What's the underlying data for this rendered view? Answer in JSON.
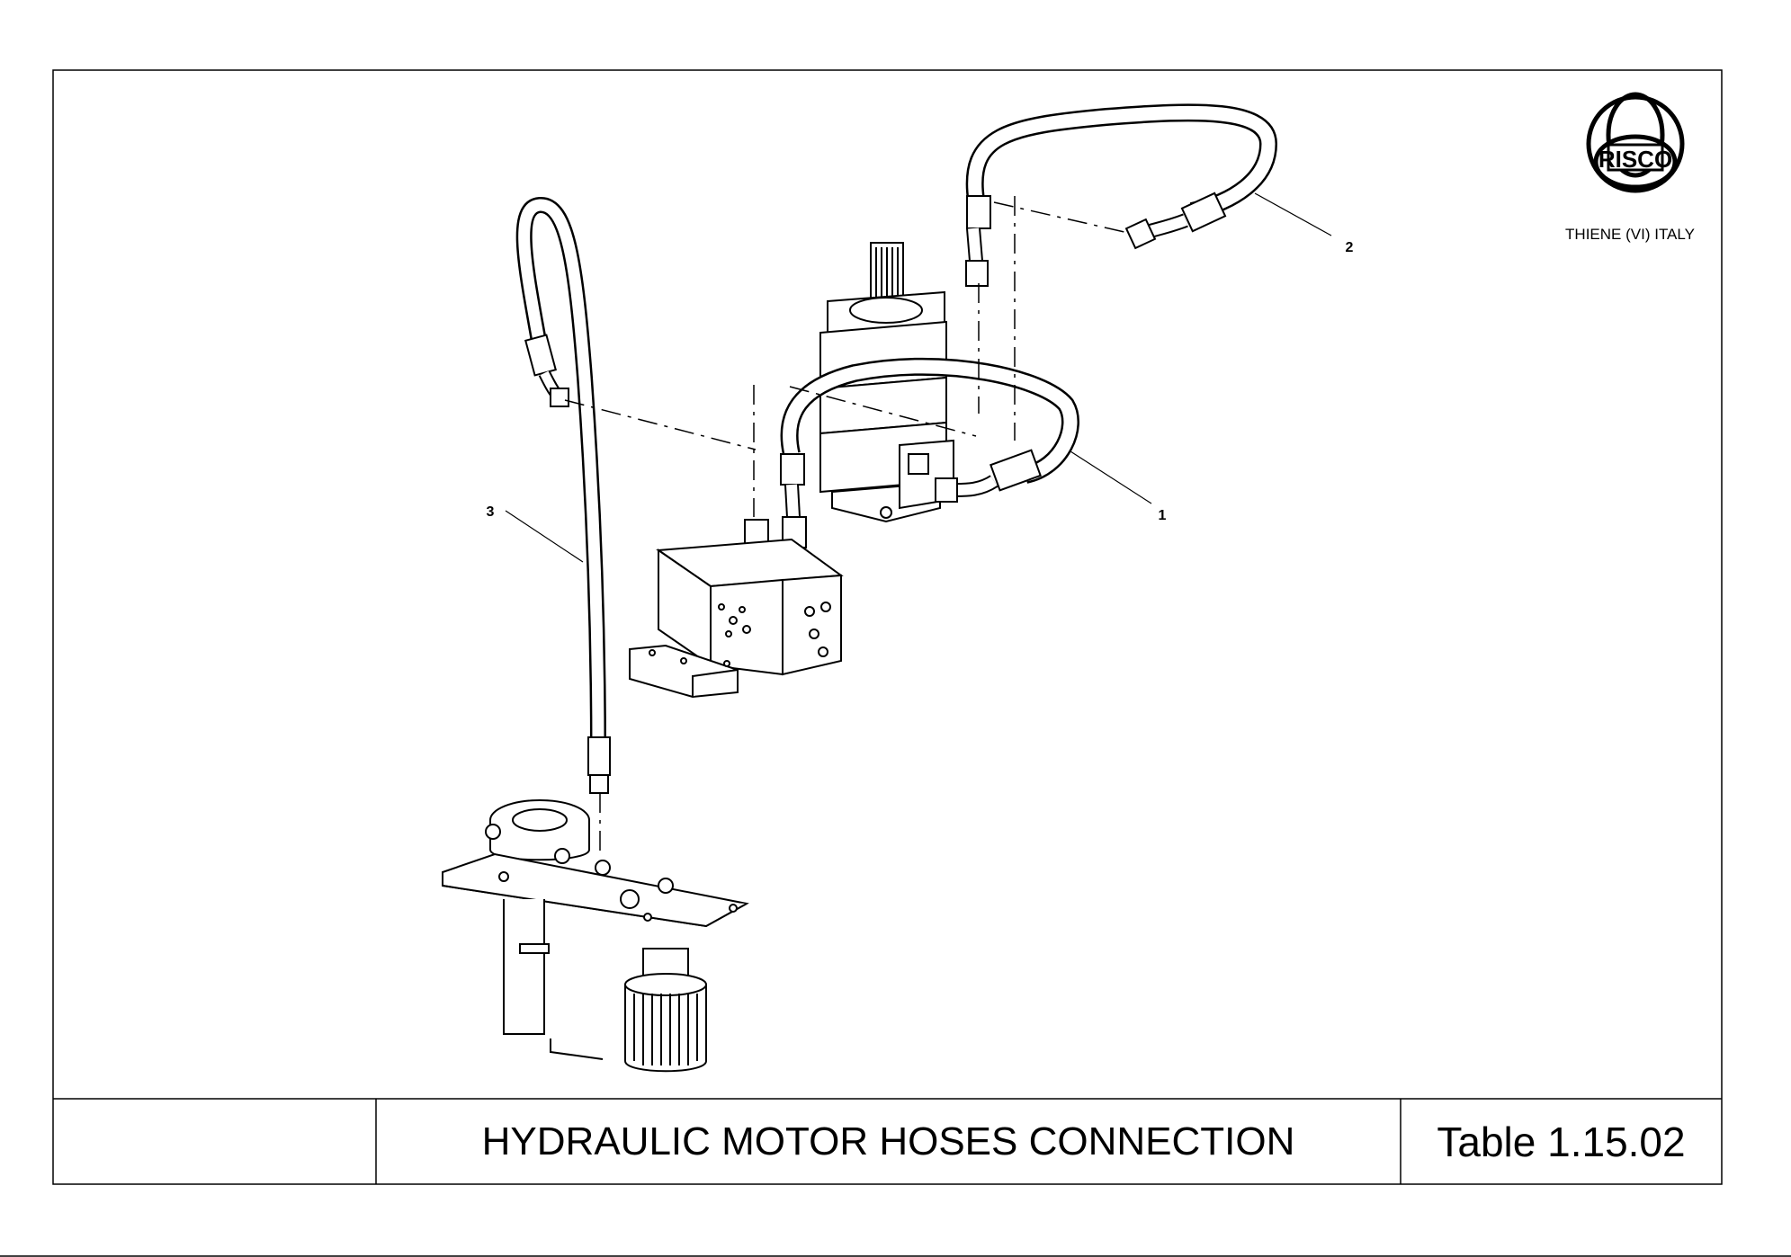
{
  "brand": {
    "logo_text": "RISCO",
    "location": "THIENE (VI) ITALY"
  },
  "drawing": {
    "callouts": [
      {
        "label": "1"
      },
      {
        "label": "2"
      },
      {
        "label": "3"
      }
    ]
  },
  "title_block": {
    "blank_cell": "",
    "title": "HYDRAULIC MOTOR HOSES CONNECTION",
    "table_number": "Table 1.15.02"
  }
}
